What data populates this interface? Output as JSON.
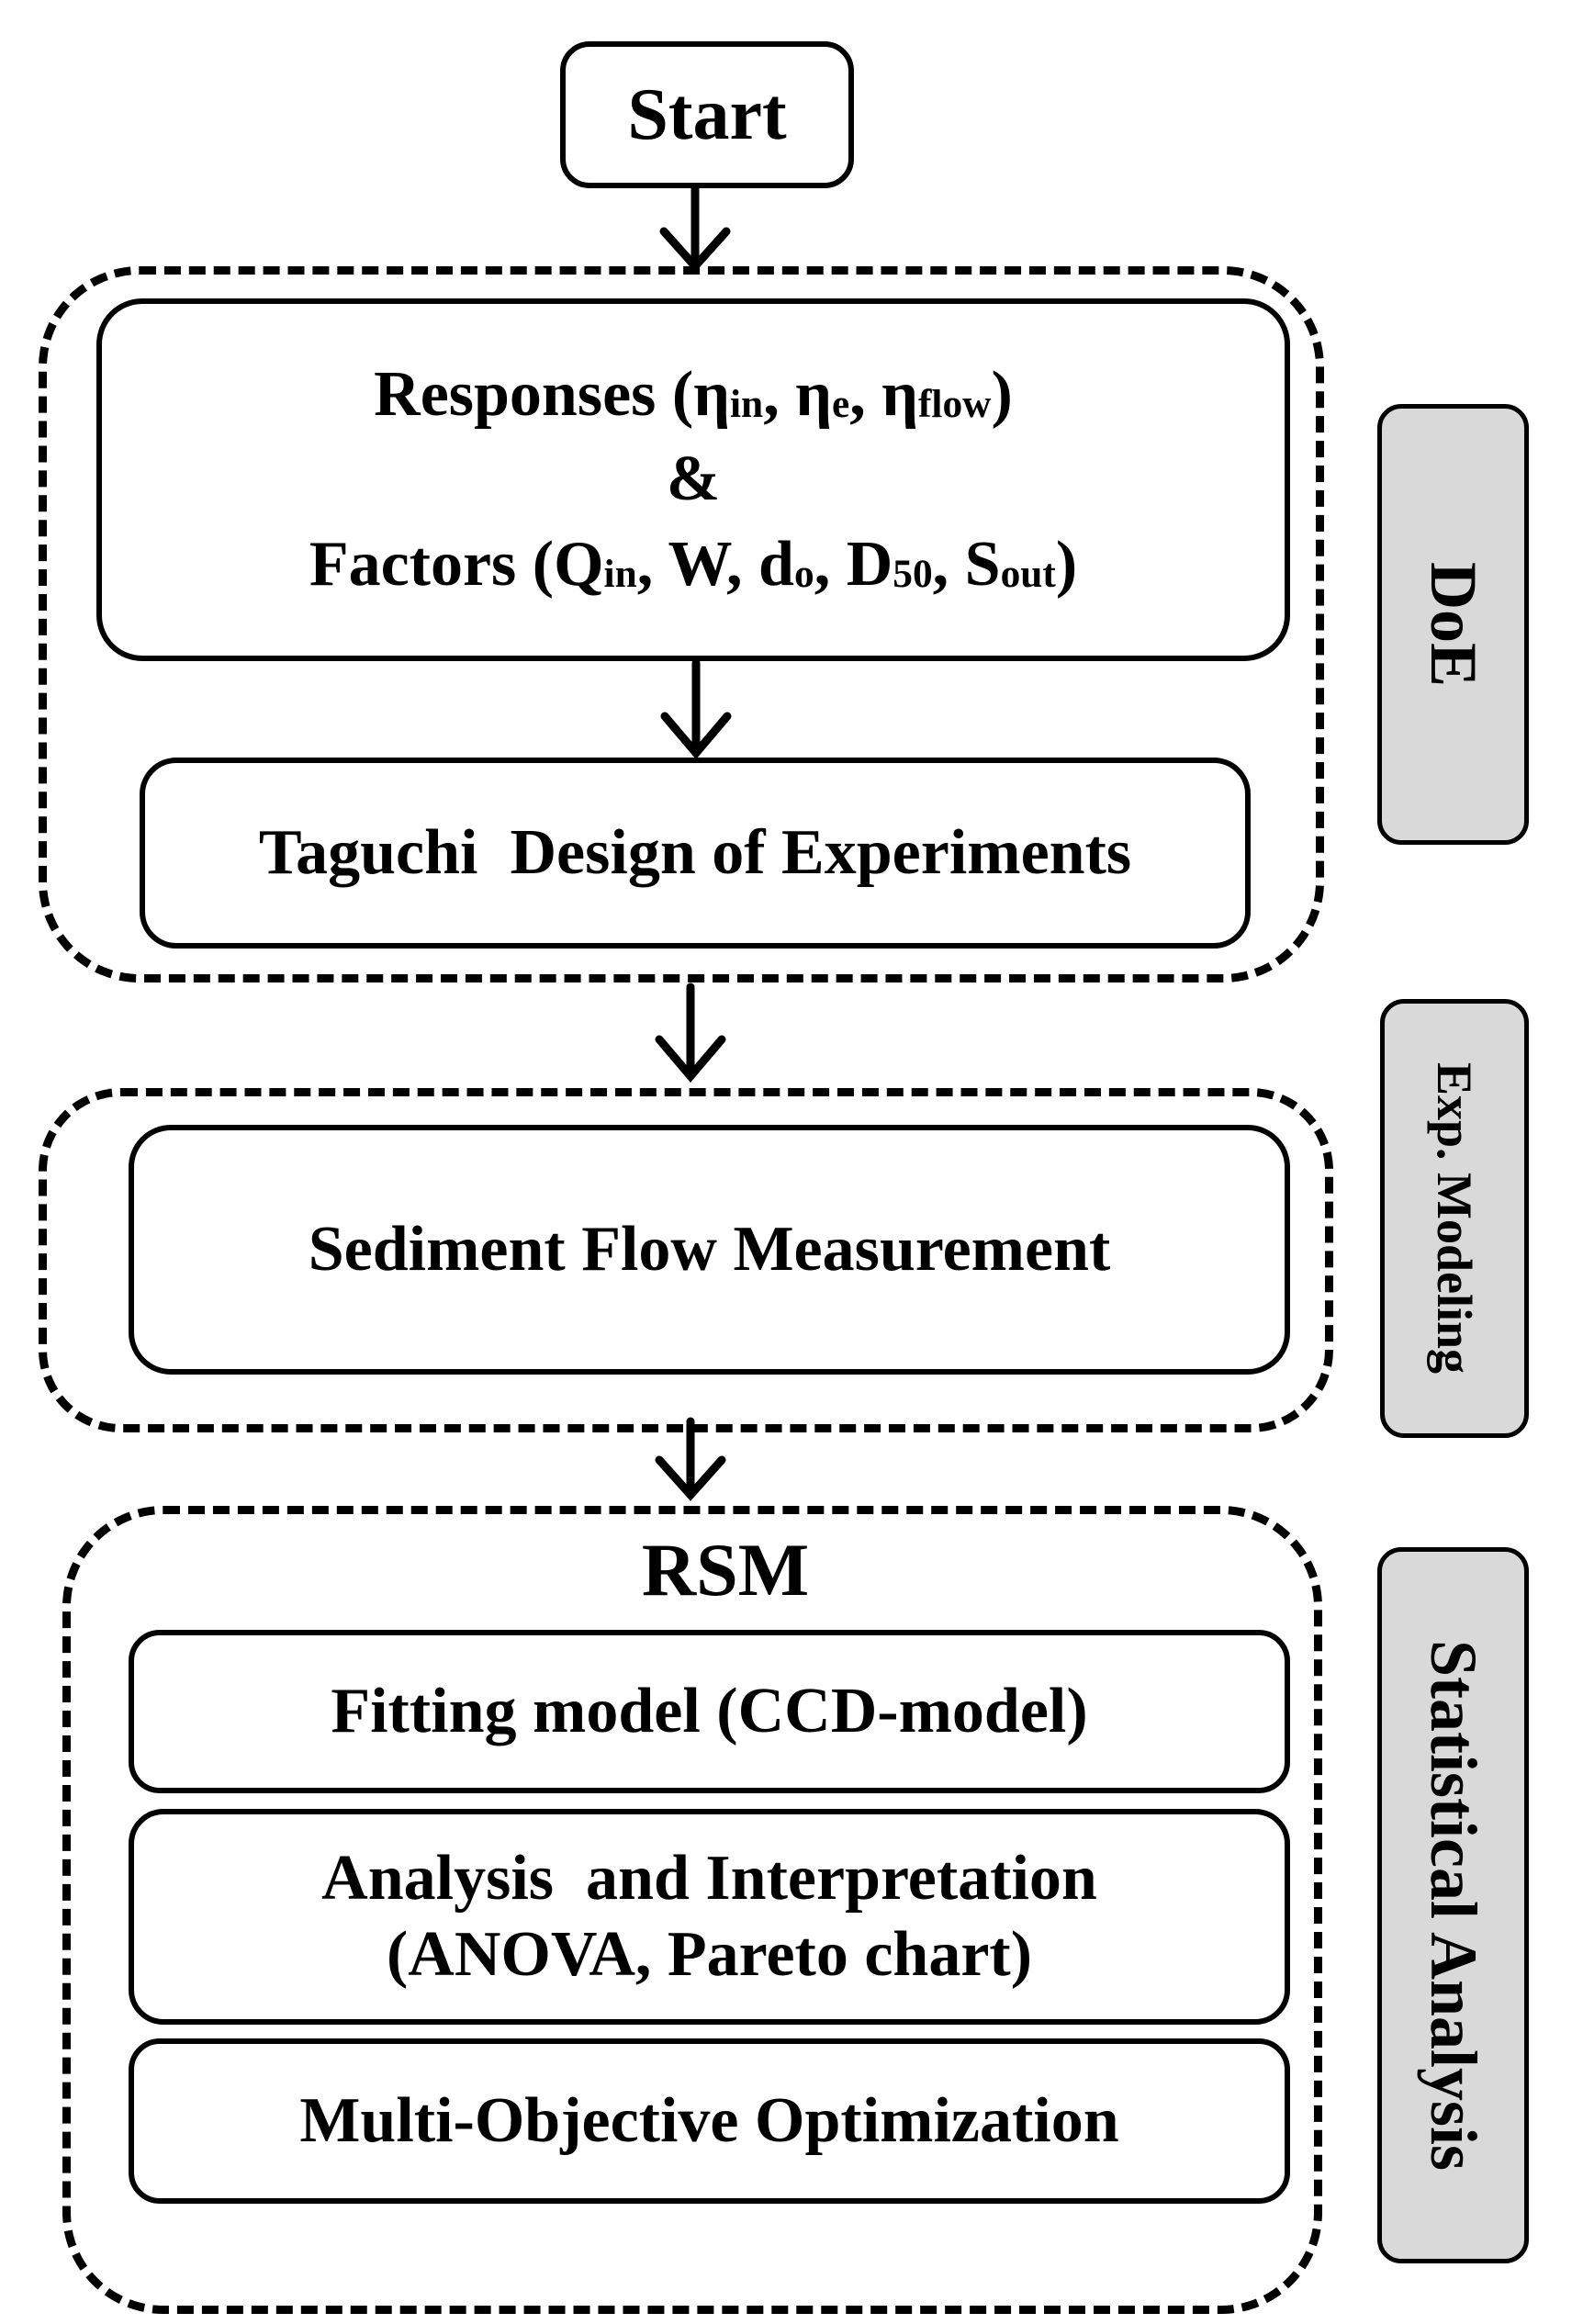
{
  "start": {
    "label": "Start"
  },
  "doe": {
    "side_label": "DoE",
    "responses": {
      "prefix": "Responses (",
      "items": [
        {
          "sym": "η",
          "sub": "in"
        },
        {
          "sym": "η",
          "sub": "e"
        },
        {
          "sym": "η",
          "sub": "flow"
        }
      ],
      "amp": "&"
    },
    "factors": {
      "prefix": "Factors (",
      "items": [
        {
          "sym": "Q",
          "sub": "in"
        },
        {
          "sym": "W",
          "sub": ""
        },
        {
          "sym": "d",
          "sub": "o"
        },
        {
          "sym": "D",
          "sub": "50"
        },
        {
          "sym": "S",
          "sub": "out"
        }
      ]
    },
    "taguchi": "Taguchi  Design of Experiments"
  },
  "exp": {
    "side_label": "Exp. Modeling",
    "measurement": "Sediment Flow Measurement"
  },
  "stat": {
    "side_label": "Statistical Analysis",
    "rsm_title": "RSM",
    "fitting": "Fitting model (CCD-model)",
    "analysis_line1": "Analysis  and Interpretation",
    "analysis_line2": "(ANOVA, Pareto chart)",
    "optimization": "Multi-Objective Optimization"
  }
}
